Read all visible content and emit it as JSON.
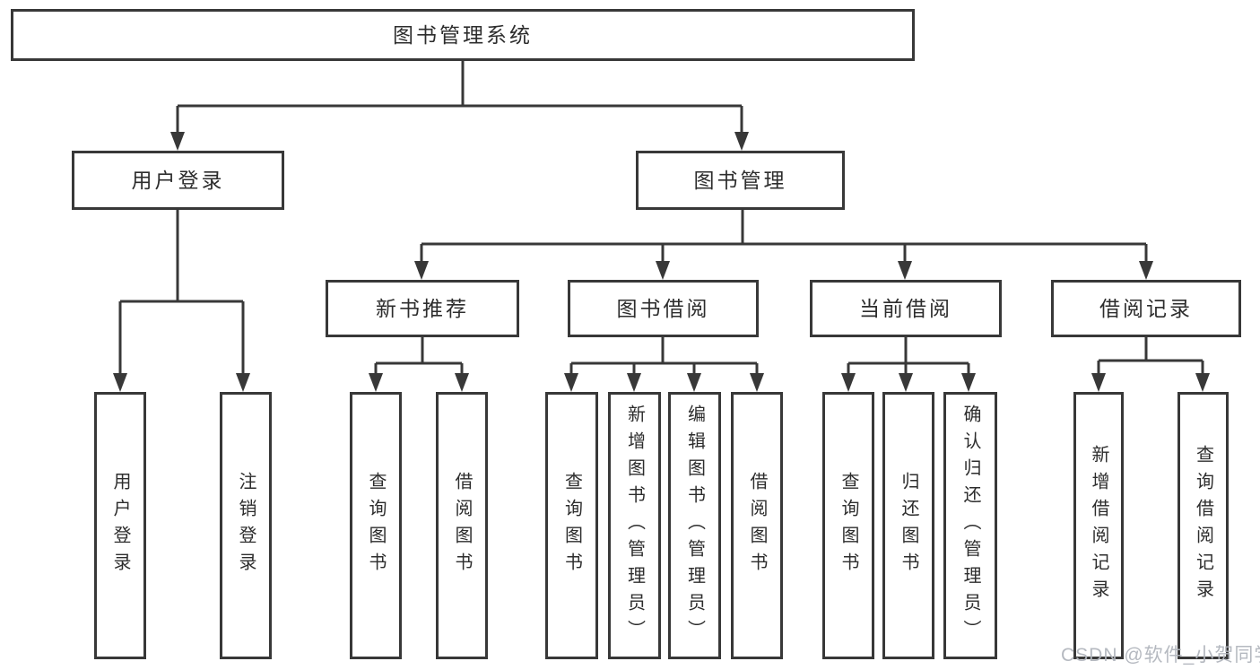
{
  "tree": {
    "title": "图书管理系统",
    "branches": [
      {
        "label": "用户登录",
        "children": [
          "用户登录",
          "注销登录"
        ]
      },
      {
        "label": "图书管理",
        "groups": [
          {
            "label": "新书推荐",
            "children": [
              "查询图书",
              "借阅图书"
            ]
          },
          {
            "label": "图书借阅",
            "children": [
              "查询图书",
              "新增图书（管理员）",
              "编辑图书（管理员）",
              "借阅图书"
            ]
          },
          {
            "label": "当前借阅",
            "children": [
              "查询图书",
              "归还图书",
              "确认归还（管理员）"
            ]
          },
          {
            "label": "借阅记录",
            "children": [
              "新增借阅记录",
              "查询借阅记录"
            ]
          }
        ]
      }
    ]
  },
  "watermark": {
    "text": "CSDN @软件_小贺同学"
  },
  "colors": {
    "line": "#383838",
    "box_border": "#383838",
    "text": "#2d2d2d",
    "background": "#ffffff",
    "watermark": "#b1b5bd"
  }
}
